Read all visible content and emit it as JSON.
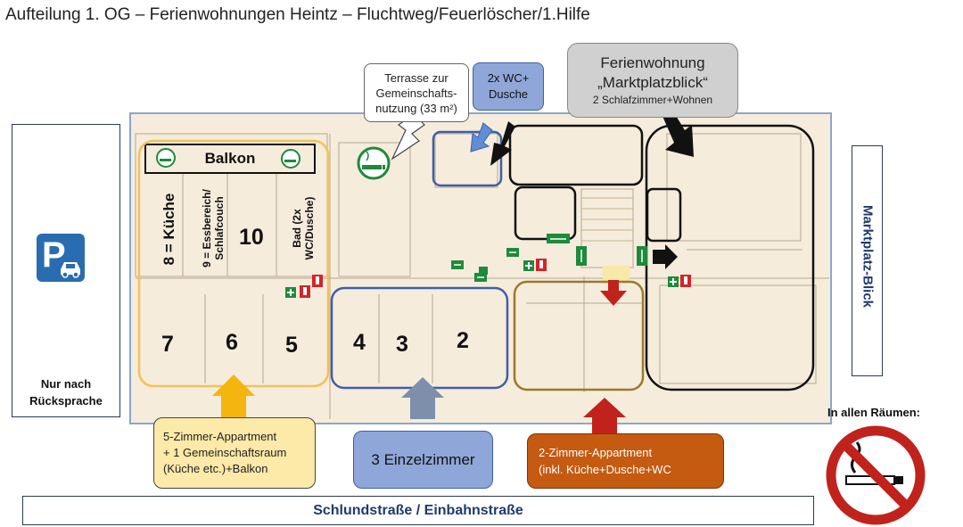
{
  "title": "Aufteilung 1. OG – Ferienwohnungen Heintz – Fluchtweg/Feuerlöscher/1.Hilfe",
  "left_panel": {
    "parking_icon": "parking-sign-icon",
    "note_line1": "Nur nach",
    "note_line2": "Rücksprache"
  },
  "right_panel": {
    "label": "Marktplatz-Blick"
  },
  "no_smoking": {
    "label": "In allen Räumen:",
    "icon": "no-smoking-sign-icon"
  },
  "street": {
    "label": "Schlundstraße / Einbahnstraße"
  },
  "terrace_callout": {
    "line1": "Terrasse zur",
    "line2": "Gemeinschafts-",
    "line3": "nutzung (33 m²)"
  },
  "wc_callout": {
    "line1": "2x WC+",
    "line2": "Dusche"
  },
  "fewo_callout": {
    "line1": "Ferienwohnung",
    "line2": "„Marktplatzblick“",
    "line3": "2 Schlafzimmer+Wohnen"
  },
  "balkon": {
    "label": "Balkon"
  },
  "rooms": {
    "r8": "8 = Küche",
    "r9_line1": "9 = Essbereich/",
    "r9_line2": "Schlafcouch",
    "r10": "10",
    "bad_line1": "Bad (2x",
    "bad_line2": "WC/Dusche)",
    "r7": "7",
    "r6": "6",
    "r5": "5",
    "r4": "4",
    "r3": "3",
    "r2": "2"
  },
  "callout_5zimmer": {
    "line1": "5-Zimmer-Appartment",
    "line2": "+ 1 Gemeinschaftsraum",
    "line3": "(Küche etc.)+Balkon"
  },
  "callout_einzel": {
    "label": "3 Einzelzimmer"
  },
  "callout_2zimmer": {
    "line1": "2-Zimmer-Appartment",
    "line2": "(inkl. Küche+Dusche+WC"
  },
  "colors": {
    "yellow_outline": "#f2c15a",
    "blue_outline": "#3f5fa8",
    "brown_outline": "#9a7a2a",
    "yellow_fill": "#fde9a8",
    "blue_fill": "#8fa6d8",
    "orange_fill": "#c55a11",
    "gray_fill": "#d0d0d0",
    "arrow_yellow": "#f5b50f",
    "arrow_blue": "#7d8fab",
    "arrow_red": "#c0231c",
    "exit_green": "#1e8a3c",
    "extinguisher_red": "#d4242a"
  },
  "icons": [
    "smoking-area-icon",
    "emergency-exit-icon",
    "fire-extinguisher-icon",
    "first-aid-icon",
    "arrow-icon"
  ]
}
